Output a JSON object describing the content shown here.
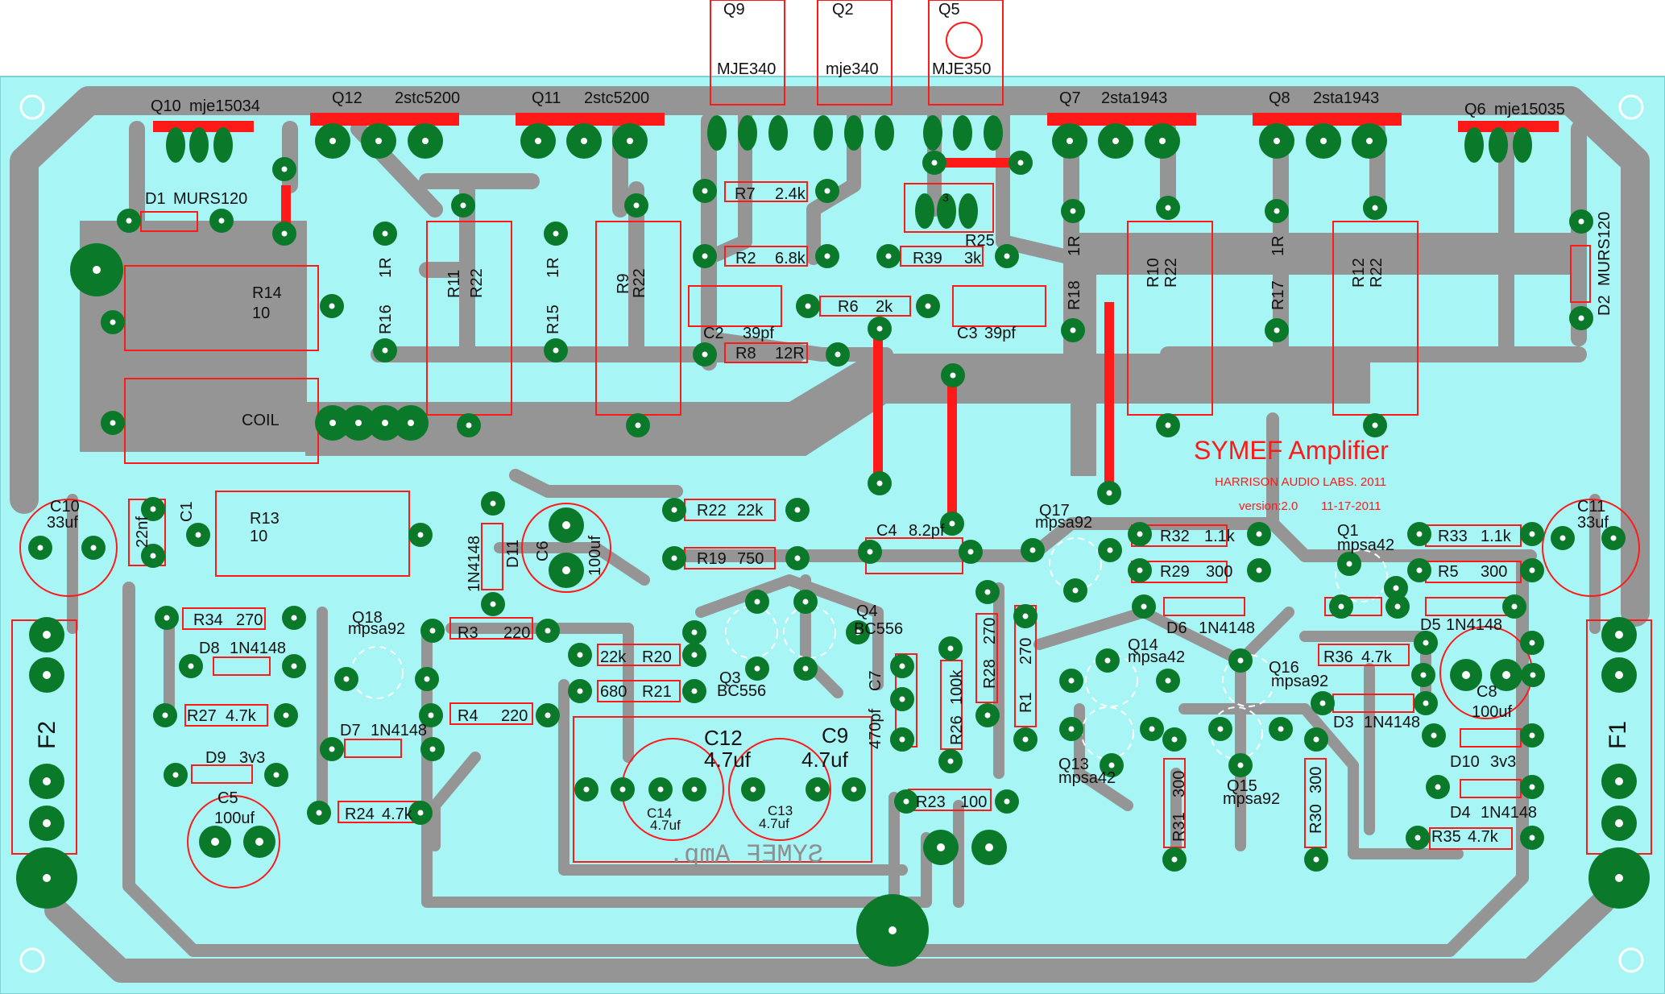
{
  "board": {
    "title": "SYMEF  Amplifier",
    "maker": "HARRISON AUDIO LABS. 2011",
    "version": "version:2.0",
    "date": "11-17-2011",
    "mirror_text": "SYMEF Amp.",
    "colors": {
      "board": "#a8f5f5",
      "copper": "#959595",
      "pad": "#0a7a2a",
      "silk": "#ff1a1a",
      "text": "#111111"
    }
  },
  "transistors_top": [
    {
      "ref": "Q9",
      "part": "MJE340"
    },
    {
      "ref": "Q2",
      "part": "mje340"
    },
    {
      "ref": "Q5",
      "part": "MJE350"
    }
  ],
  "power": [
    {
      "ref": "Q10",
      "part": "mje15034"
    },
    {
      "ref": "Q12",
      "part": "2stc5200"
    },
    {
      "ref": "Q11",
      "part": "2stc5200"
    },
    {
      "ref": "Q7",
      "part": "2sta1943"
    },
    {
      "ref": "Q8",
      "part": "2sta1943"
    },
    {
      "ref": "Q6",
      "part": "mje15035"
    }
  ],
  "labels": {
    "d1": "D1",
    "d1v": "MURS120",
    "d2": "D2",
    "d2v": "MURS120",
    "r14": "R14",
    "r14v": "10",
    "coil": "COIL",
    "r16": "R16",
    "r16v": "1R",
    "r15": "R15",
    "r15v": "1R",
    "r11": "R11",
    "r11v": "R22",
    "r9": "R9",
    "r9v": "R22",
    "r18": "R18",
    "r18v": "1R",
    "r17": "R17",
    "r17v": "1R",
    "r10": "R10",
    "r10v": "R22",
    "r12": "R12",
    "r12v": "R22",
    "r7": "R7",
    "r7v": "2.4k",
    "r2": "R2",
    "r2v": "6.8k",
    "r39": "R39",
    "r39v": "3k",
    "r25": "R25",
    "r25n": "3",
    "c2": "C2",
    "c2v": "39pf",
    "r6": "R6",
    "r6v": "2k",
    "c3": "C3",
    "c3v": "39pf",
    "r8": "R8",
    "r8v": "12R",
    "c10": "C10",
    "c10v": "33uf",
    "c11": "C11",
    "c11v": "33uf",
    "c1": "C1",
    "c1v": "22nf",
    "r13": "R13",
    "r13v": "10",
    "d11": "D11",
    "d11v": "1N4148",
    "c6": "C6",
    "c6v": "100uf",
    "r22": "R22",
    "r22v": "22k",
    "r19": "R19",
    "r19v": "750",
    "c4": "C4",
    "c4v": "8.2pf",
    "q17": "Q17",
    "q17v": "mpsa92",
    "r32": "R32",
    "r32v": "1.1k",
    "r29": "R29",
    "r29v": "300",
    "q1": "Q1",
    "q1v": "mpsa42",
    "r33": "R33",
    "r33v": "1.1k",
    "r5": "R5",
    "r5v": "300",
    "r34": "R34",
    "r34v": "270",
    "q18": "Q18",
    "q18v": "mpsa92",
    "r3": "R3",
    "r3v": "220",
    "r20": "R20",
    "r20v": "22k",
    "r21": "R21",
    "r21v": "680",
    "q4": "Q4",
    "q4v": "BC556",
    "q3": "Q3",
    "q3v": "BC556",
    "d6": "D6",
    "d6v": "1N4148",
    "d5": "D5",
    "d5v": "1N4148",
    "d8": "D8",
    "d8v": "1N4148",
    "r27": "R27",
    "r27v": "4.7k",
    "r4": "R4",
    "r4v": "220",
    "d7": "D7",
    "d7v": "1N4148",
    "d9": "D9",
    "d9v": "3v3",
    "c5": "C5",
    "c5v": "100uf",
    "r24": "R24",
    "r24v": "4.7k",
    "c12": "C12",
    "c12v": "4.7uf",
    "c9": "C9",
    "c9v": "4.7uf",
    "c14": "C14",
    "c14v": "4.7uf",
    "c13": "C13",
    "c13v": "4.7uf",
    "c7": "C7",
    "c7v": "470pf",
    "r26": "R26",
    "r26v": "100k",
    "r28": "R28",
    "r28v": "270",
    "r1": "R1",
    "r1v": "270",
    "q14": "Q14",
    "q14v": "mpsa42",
    "q16": "Q16",
    "q16v": "mpsa92",
    "q13": "Q13",
    "q13v": "mpsa42",
    "q15": "Q15",
    "q15v": "mpsa92",
    "r31": "R31",
    "r31v": "300",
    "r30": "R30",
    "r30v": "300",
    "r23": "R23",
    "r23v": "100",
    "r36": "R36",
    "r36v": "4.7k",
    "d3": "D3",
    "d3v": "1N4148",
    "c8": "C8",
    "c8v": "100uf",
    "d10": "D10",
    "d10v": "3v3",
    "d4": "D4",
    "d4v": "1N4148",
    "r35": "R35",
    "r35v": "4.7k",
    "f1": "F1",
    "f2": "F2"
  }
}
